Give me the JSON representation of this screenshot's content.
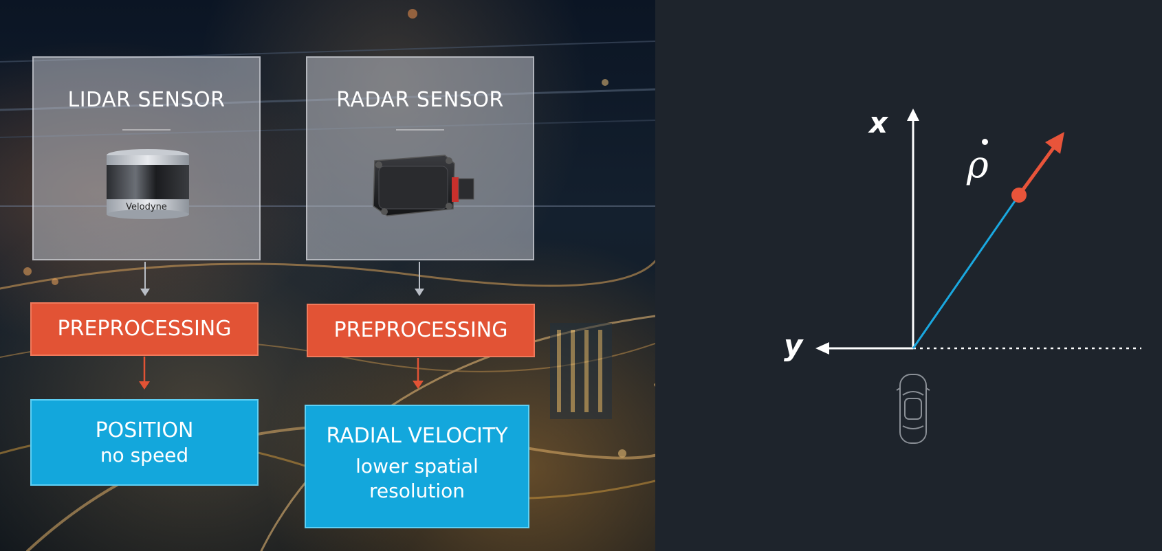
{
  "lidar": {
    "title": "LIDAR SENSOR",
    "image_label": "Velodyne",
    "preprocessing": "PREPROCESSING",
    "output_title": "POSITION",
    "output_sub": "no speed"
  },
  "radar": {
    "title": "RADAR SENSOR",
    "preprocessing": "PREPROCESSING",
    "output_title": "RADIAL VELOCITY",
    "output_sub_line1": "lower spatial",
    "output_sub_line2": "resolution"
  },
  "coordinate_diagram": {
    "x_axis_label": "x",
    "y_axis_label": "y",
    "velocity_symbol": "ρ",
    "colors": {
      "axis": "#ffffff",
      "radial_line": "#1aa8e0",
      "velocity_arrow": "#e8543a"
    }
  },
  "colors": {
    "preprocessing": "#e25335",
    "output": "#13a7dc",
    "sensor_box": "#b9bec6"
  }
}
